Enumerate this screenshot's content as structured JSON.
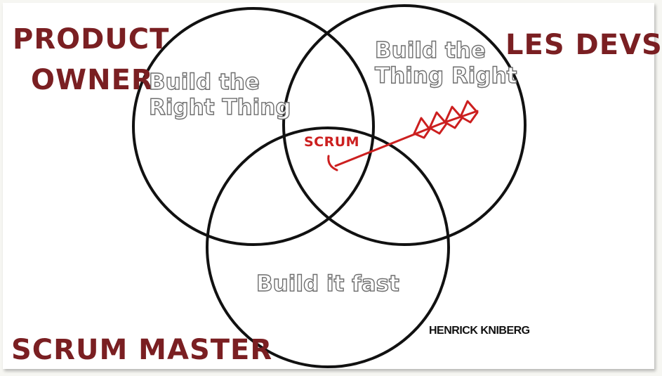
{
  "roles": {
    "product_owner_line1": "PRODUCT",
    "product_owner_line2": "OWNER",
    "devs": "LES DEVS",
    "scrum_master": "SCRUM MASTER"
  },
  "circles": {
    "product_owner_text_line1": "Build the",
    "product_owner_text_line2": "Right Thing",
    "devs_text_line1": "Build the",
    "devs_text_line2": "Thing Right",
    "scrum_master_text": "Build it fast"
  },
  "center": {
    "label": "SCRUM"
  },
  "credit": "HENRICK KNIBERG",
  "colors": {
    "role_text": "#7a1f22",
    "scrum_arrow": "#cc1f1f",
    "circle_stroke": "#111111",
    "hollow_text_stroke": "#6e6e6e"
  }
}
